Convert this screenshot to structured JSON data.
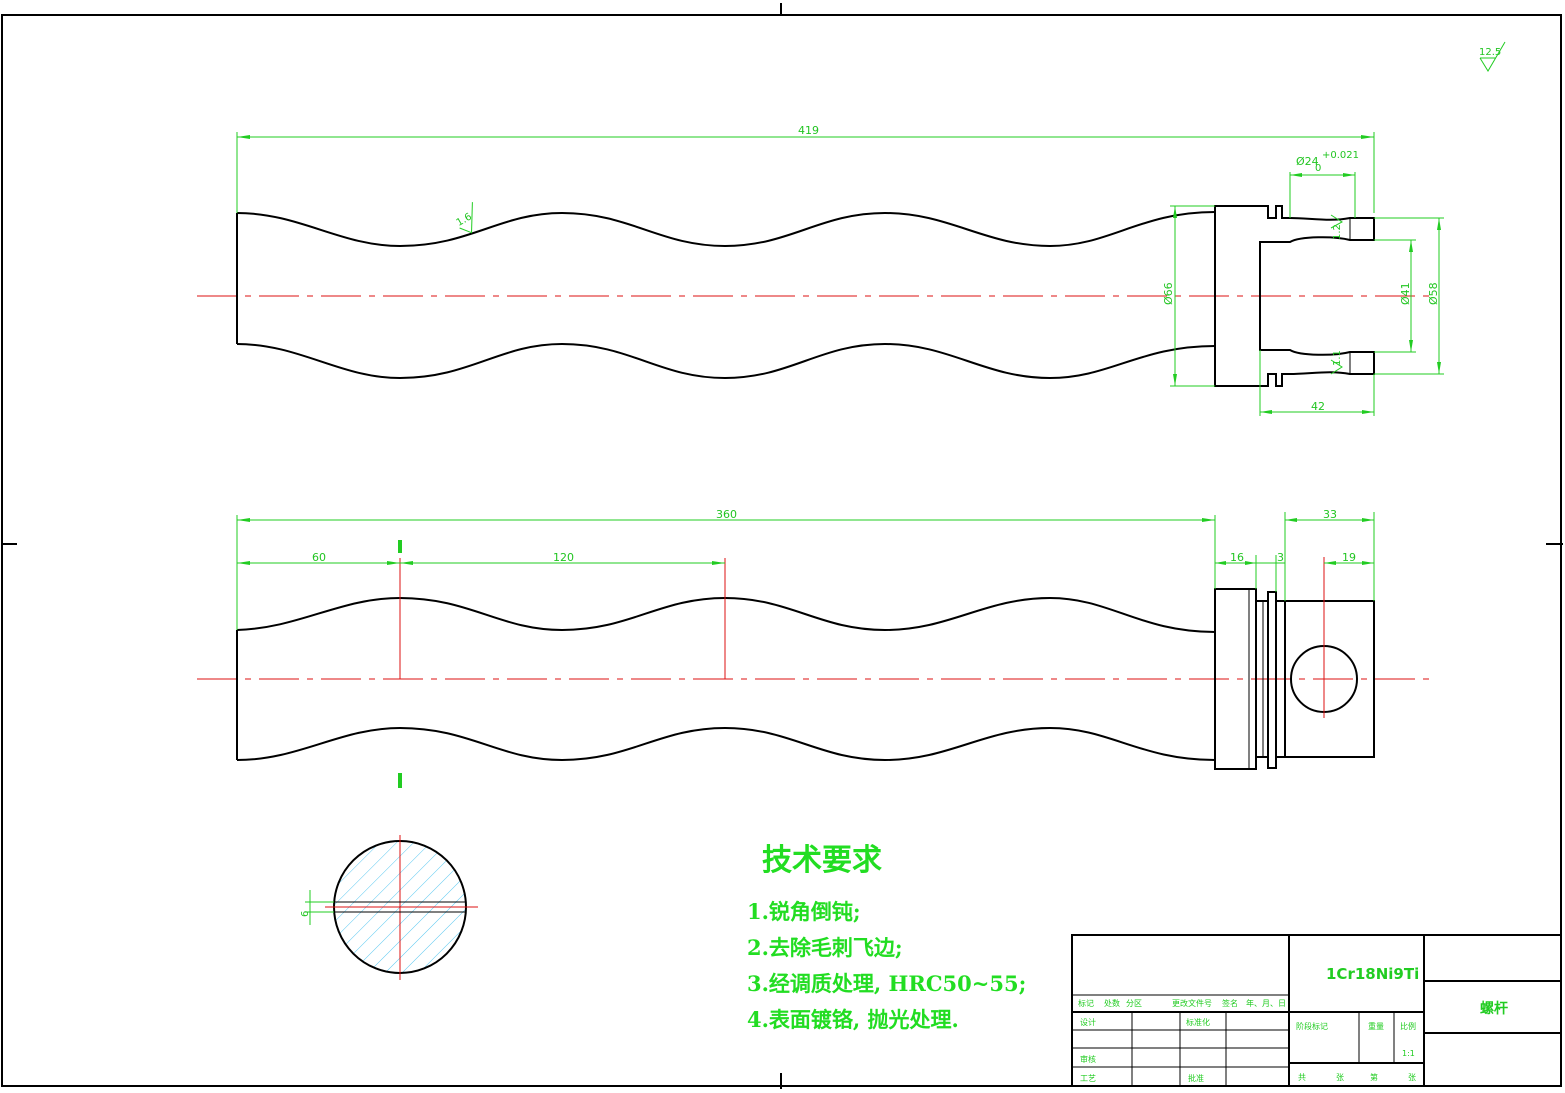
{
  "drawing": {
    "roughness_note": "12.5",
    "top_view": {
      "overall_length": "419",
      "shaft_diameter": "Ø66",
      "bearing_dia_base": "Ø24",
      "bearing_dia_tol_upper": "+0.021",
      "bearing_dia_tol_lower": "0",
      "inner_diameter": "Ø41",
      "outer_diameter": "Ø58",
      "end_length": "42",
      "roughness_a": "1.6",
      "chamfer_top": "1.2",
      "chamfer_bottom": "1.1"
    },
    "front_view": {
      "length_total": "360",
      "length_first": "60",
      "pitch": "120",
      "dim_16": "16",
      "dim_3": "3",
      "dim_33": "33",
      "dim_19": "19"
    },
    "section_view": {
      "dim_6": "6"
    },
    "tech_requirements": {
      "title": "技术要求",
      "items": [
        "1.锐角倒钝;",
        "2.去除毛刺飞边;",
        "3.经调质处理, HRC50~55;",
        "4.表面镀铬, 抛光处理."
      ]
    },
    "title_block": {
      "material": "1Cr18Ni9Ti",
      "part_name": "螺杆",
      "scale": "1:1",
      "headers": [
        "标记",
        "处数",
        "分区",
        "更改文件号",
        "签名",
        "年、月、日"
      ],
      "design": "设计",
      "standardization": "标准化",
      "review": "审核",
      "process": "工艺",
      "approve": "批准",
      "stage_mark": "阶段标记",
      "weight": "重量",
      "scale_label": "比例",
      "sheets_total": "共",
      "sheet_unit": "张",
      "sheet_no": "第"
    }
  }
}
